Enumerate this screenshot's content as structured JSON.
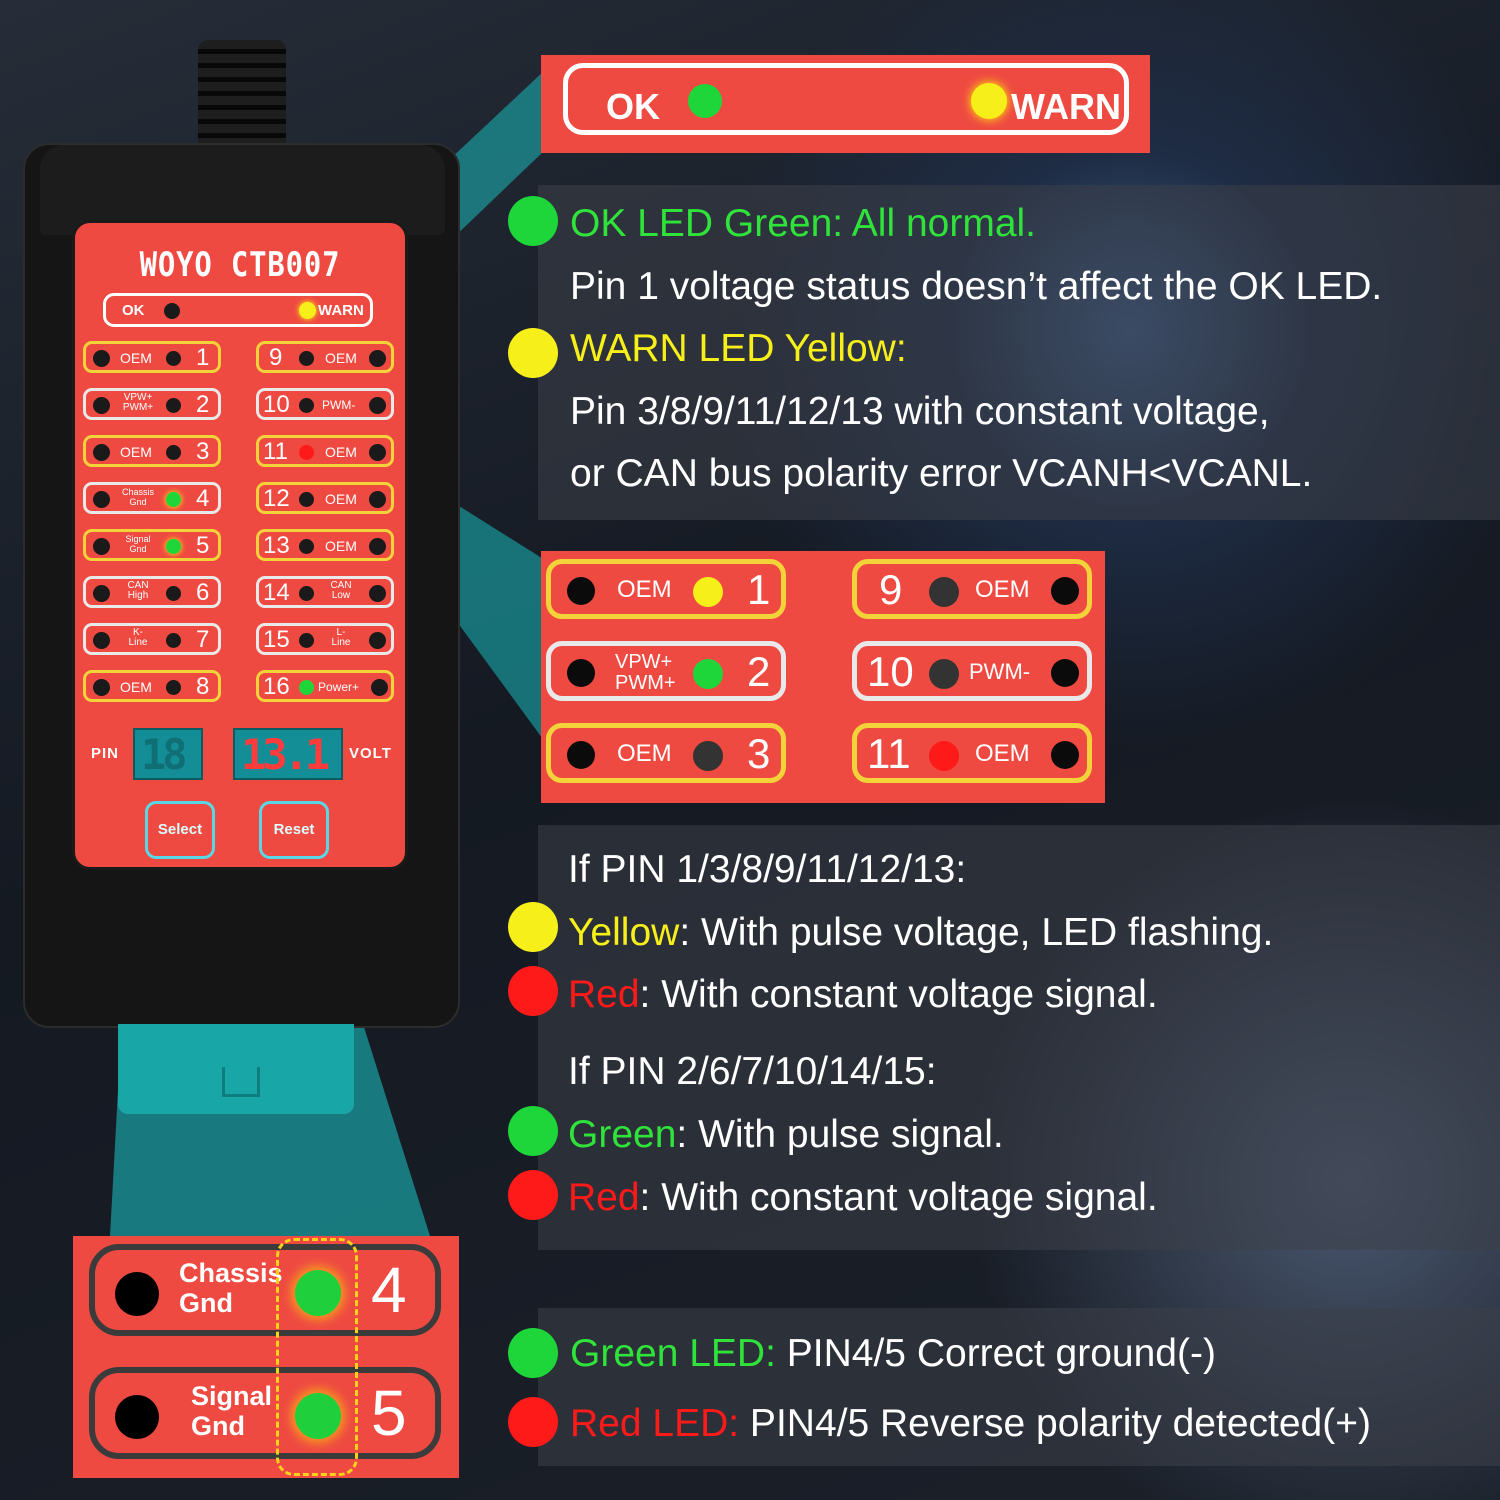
{
  "device": {
    "brand": "WOYO CTB007",
    "status_bar": {
      "ok_label": "OK",
      "warn_label": "WARN"
    },
    "pins_left": [
      {
        "label": "OEM",
        "num": "1",
        "style": "yellow"
      },
      {
        "label_lines": [
          "VPW+",
          "PWM+"
        ],
        "num": "2",
        "style": "white"
      },
      {
        "label": "OEM",
        "num": "3",
        "style": "yellow"
      },
      {
        "label_lines": [
          "Chassis",
          "Gnd"
        ],
        "num": "4",
        "style": "white"
      },
      {
        "label_lines": [
          "Signal",
          "Gnd"
        ],
        "num": "5",
        "style": "yellow"
      },
      {
        "label_lines": [
          "CAN",
          "High"
        ],
        "num": "6",
        "style": "white"
      },
      {
        "label_lines": [
          "K-",
          "Line"
        ],
        "num": "7",
        "style": "white"
      },
      {
        "label": "OEM",
        "num": "8",
        "style": "yellow"
      }
    ],
    "pins_right": [
      {
        "num": "9",
        "label": "OEM",
        "style": "yellow"
      },
      {
        "num": "10",
        "label": "PWM-",
        "style": "white"
      },
      {
        "num": "11",
        "label": "OEM",
        "style": "yellow"
      },
      {
        "num": "12",
        "label": "OEM",
        "style": "yellow"
      },
      {
        "num": "13",
        "label": "OEM",
        "style": "yellow"
      },
      {
        "num": "14",
        "label_lines": [
          "CAN",
          "Low"
        ],
        "style": "white"
      },
      {
        "num": "15",
        "label_lines": [
          "L-",
          "Line"
        ],
        "style": "white"
      },
      {
        "num": "16",
        "label": "Power+",
        "style": "yellow"
      }
    ],
    "pin_label": "PIN",
    "pin_display": "18",
    "volt_display": "13.1",
    "volt_label": "VOLT",
    "buttons": {
      "select": "Select",
      "reset": "Reset"
    }
  },
  "ok_warn_callout": {
    "ok": "OK",
    "warn": "WARN"
  },
  "led_status": {
    "ok_title": "OK LED Green: All normal.",
    "ok_desc": "Pin 1 voltage status doesn’t affect the OK LED.",
    "warn_title": "WARN LED Yellow:",
    "warn_desc_1": "Pin 3/8/9/11/12/13 with constant voltage,",
    "warn_desc_2": "or CAN bus polarity error VCANH<VCANL."
  },
  "pins_callout": {
    "left": [
      {
        "label": "OEM",
        "num": "1",
        "led": "yellow"
      },
      {
        "label_lines": [
          "VPW+",
          "PWM+"
        ],
        "num": "2",
        "led": "green"
      },
      {
        "label": "OEM",
        "num": "3",
        "led": "dark"
      }
    ],
    "right": [
      {
        "num": "9",
        "label": "OEM",
        "led": "dark"
      },
      {
        "num": "10",
        "label": "PWM-",
        "led": "dark"
      },
      {
        "num": "11",
        "label": "OEM",
        "led": "red"
      }
    ]
  },
  "pin_behavior": {
    "group1_heading": "If PIN 1/3/8/9/11/12/13:",
    "group1_yellow_word": "Yellow",
    "group1_yellow_text": ": With pulse voltage, LED flashing.",
    "group1_red_word": "Red",
    "group1_red_text": ": With constant voltage signal.",
    "group2_heading": "If PIN 2/6/7/10/14/15:",
    "group2_green_word": "Green",
    "group2_green_text": ": With pulse signal.",
    "group2_red_word": "Red",
    "group2_red_text": ": With constant voltage signal."
  },
  "ground_callout": {
    "pin4_lines": [
      "Chassis",
      "Gnd"
    ],
    "pin4_num": "4",
    "pin5_lines": [
      "Signal",
      "Gnd"
    ],
    "pin5_num": "5"
  },
  "ground_status": {
    "green_label": "Green LED:",
    "green_text": " PIN4/5 Correct ground(-)",
    "red_label": "Red LED:",
    "red_text": " PIN4/5 Reverse polarity detected(+)"
  },
  "colors": {
    "panel_red": "#ef4a42",
    "led_green": "#1fd63a",
    "led_yellow": "#f7ef1a",
    "led_red": "#ff1a1a",
    "accent_teal": "#19a6a7"
  }
}
